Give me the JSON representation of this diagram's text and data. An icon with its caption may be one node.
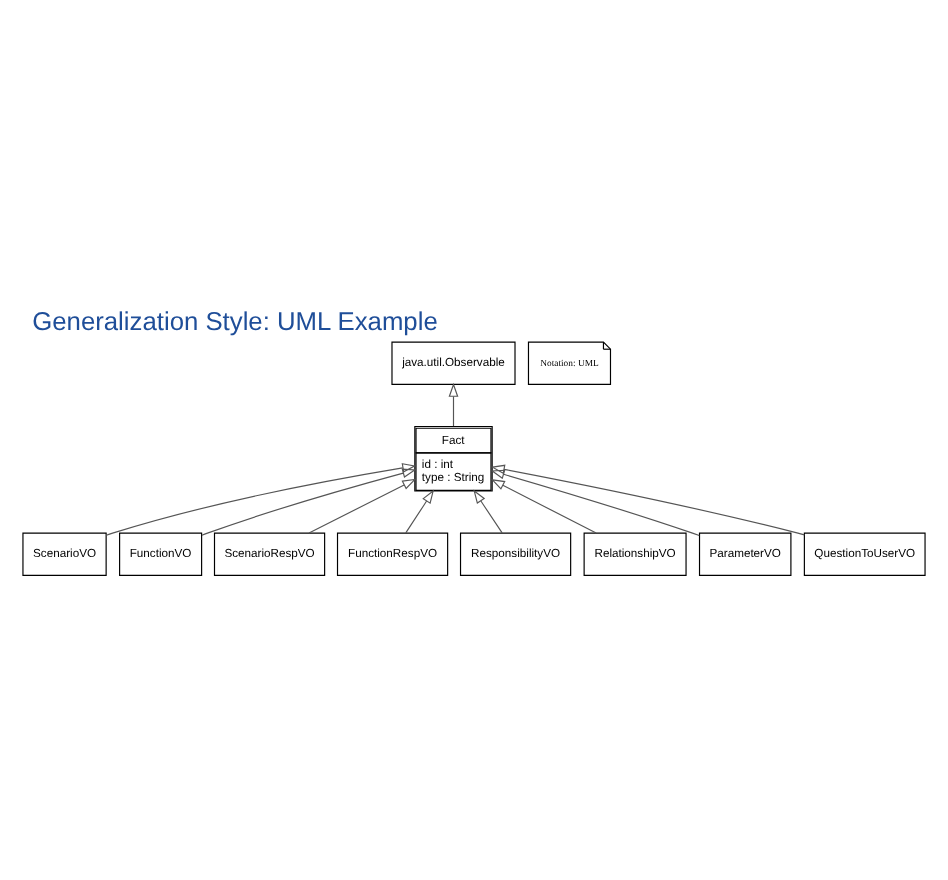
{
  "diagram": {
    "title": "Generalization Style: UML Example",
    "nodes": [
      {
        "text": [
          "java.util.Observable"
        ]
      },
      {
        "text": [
          "Notation: UML"
        ]
      },
      {
        "text": [
          "Fact",
          "id : int",
          "type : String"
        ]
      },
      {
        "text": [
          "ScenarioVO"
        ]
      },
      {
        "text": [
          "FunctionVO"
        ]
      },
      {
        "text": [
          "ScenarioRespVO"
        ]
      },
      {
        "text": [
          "FunctionRespVO"
        ]
      },
      {
        "text": [
          "ResponsibilityVO"
        ]
      },
      {
        "text": [
          "RelationshipVO"
        ]
      },
      {
        "text": [
          "ParameterVO"
        ]
      },
      {
        "text": [
          "QuestionToUserVO"
        ]
      }
    ],
    "edges": [
      {
        "from": 2,
        "to": 0,
        "arrow": "to"
      },
      {
        "from": 3,
        "to": 2,
        "arrow": "to"
      },
      {
        "from": 4,
        "to": 2,
        "arrow": "to"
      },
      {
        "from": 5,
        "to": 2,
        "arrow": "to"
      },
      {
        "from": 6,
        "to": 2,
        "arrow": "to"
      },
      {
        "from": 7,
        "to": 2,
        "arrow": "to"
      },
      {
        "from": 8,
        "to": 2,
        "arrow": "to"
      },
      {
        "from": 9,
        "to": 2,
        "arrow": "to"
      },
      {
        "from": 10,
        "to": 2,
        "arrow": "to"
      }
    ]
  }
}
